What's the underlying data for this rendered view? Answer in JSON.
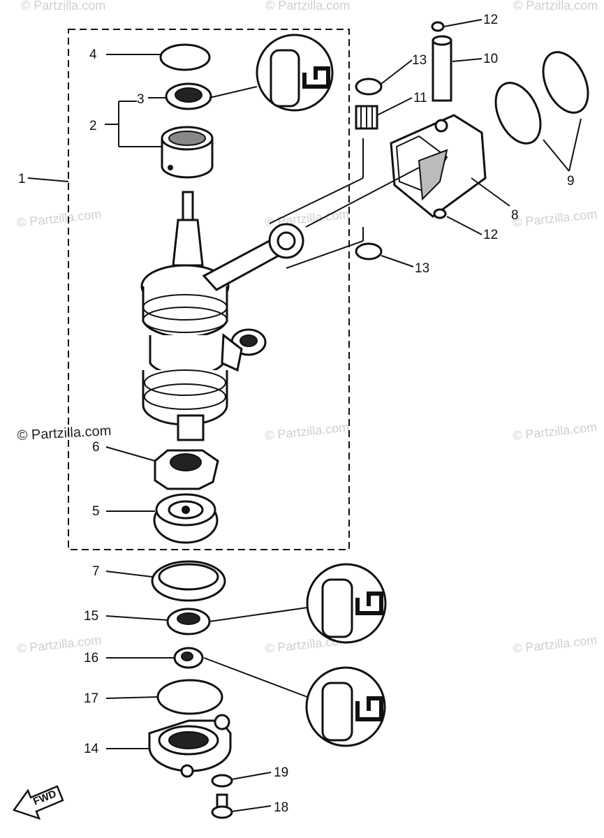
{
  "watermark": "© Partzilla.com",
  "callouts": [
    "1",
    "2",
    "3",
    "4",
    "5",
    "6",
    "7",
    "8",
    "9",
    "10",
    "11",
    "12",
    "12",
    "13",
    "13",
    "14",
    "15",
    "16",
    "17",
    "18",
    "19"
  ],
  "fwd_label": "FWD"
}
